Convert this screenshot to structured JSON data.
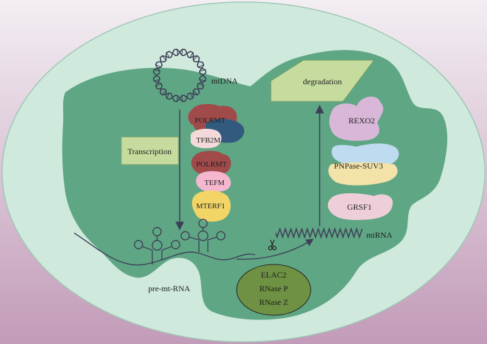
{
  "labels": {
    "mtdna": "mtDNA",
    "degradation": "degradation",
    "transcription": "Transcription",
    "polrmt_1": "POLRMT",
    "tfb2m": "TFB2M",
    "polrmt_2": "POLRMT",
    "tefm": "TEFM",
    "mterf1": "MTERF1",
    "rexo2": "REXO2",
    "pnpase_suv3": "PNPase-SUV3",
    "grsf1": "GRSF1",
    "mtrna": "mtRNA",
    "pre_mt_rna": "pre-mt-RNA",
    "elac2": "ELAC2",
    "rnase_p": "RNase P",
    "rnase_z": "RNase Z"
  },
  "colors": {
    "background_top": "#f3eef3",
    "background_bottom": "#c29bb8",
    "outer_membrane": "#cfe9dd",
    "matrix": "#5fa684",
    "transcription_box": "#c6dc9e",
    "degradation_diamond": "#c6dc9e",
    "polrmt": "#a04a4a",
    "tfb2m_dark": "#315a7e",
    "tfb2m": "#f3d9d9",
    "tefm": "#f5b7cf",
    "mterf1": "#f3d567",
    "rexo2": "#d9b7d8",
    "pnpase": "#bedbf0",
    "suv3": "#f3e3a8",
    "grsf1": "#eecfd9",
    "endonuclease_oval": "#6f9144",
    "strand": "#3d3f57"
  },
  "icons": [
    "dna-ring-icon",
    "scissors-icon"
  ]
}
